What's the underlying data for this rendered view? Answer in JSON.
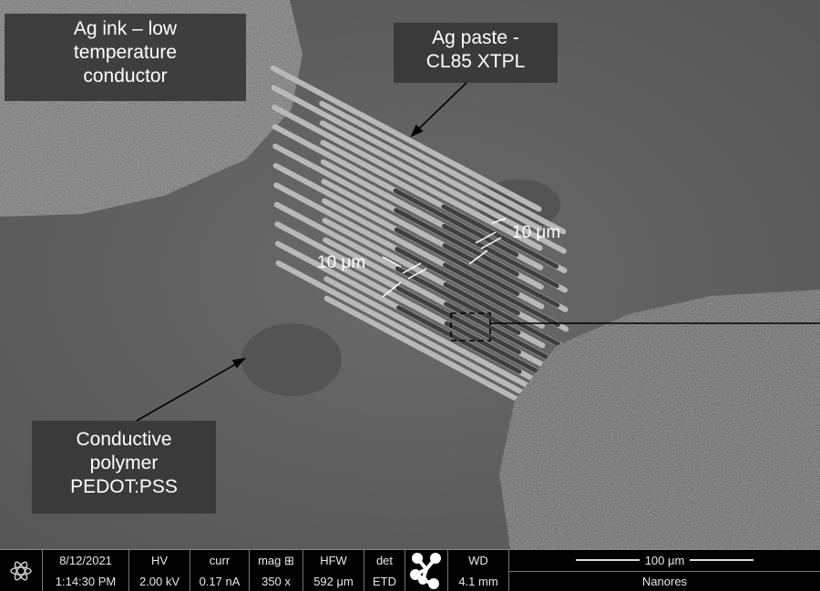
{
  "annotations": {
    "ag_ink": [
      "Ag ink – low",
      "temperature",
      "conductor"
    ],
    "ag_paste": [
      "Ag paste -",
      "CL85 XTPL"
    ],
    "polymer": [
      "Conductive",
      "polymer",
      "PEDOT:PSS"
    ],
    "dim_left": "10 μm",
    "dim_right": "10 μm"
  },
  "databar": {
    "date": "8/12/2021",
    "time": "1:14:30 PM",
    "hv_label": "HV",
    "hv": "2.00 kV",
    "curr_label": "curr",
    "curr": "0.17 nA",
    "mag_label": "mag",
    "mag": "350 x",
    "hfw_label": "HFW",
    "hfw": "592 μm",
    "det_label": "det",
    "det": "ETD",
    "wd_label": "WD",
    "wd": "4.1 mm",
    "scale": "100 μm",
    "lab": "Nanores"
  }
}
